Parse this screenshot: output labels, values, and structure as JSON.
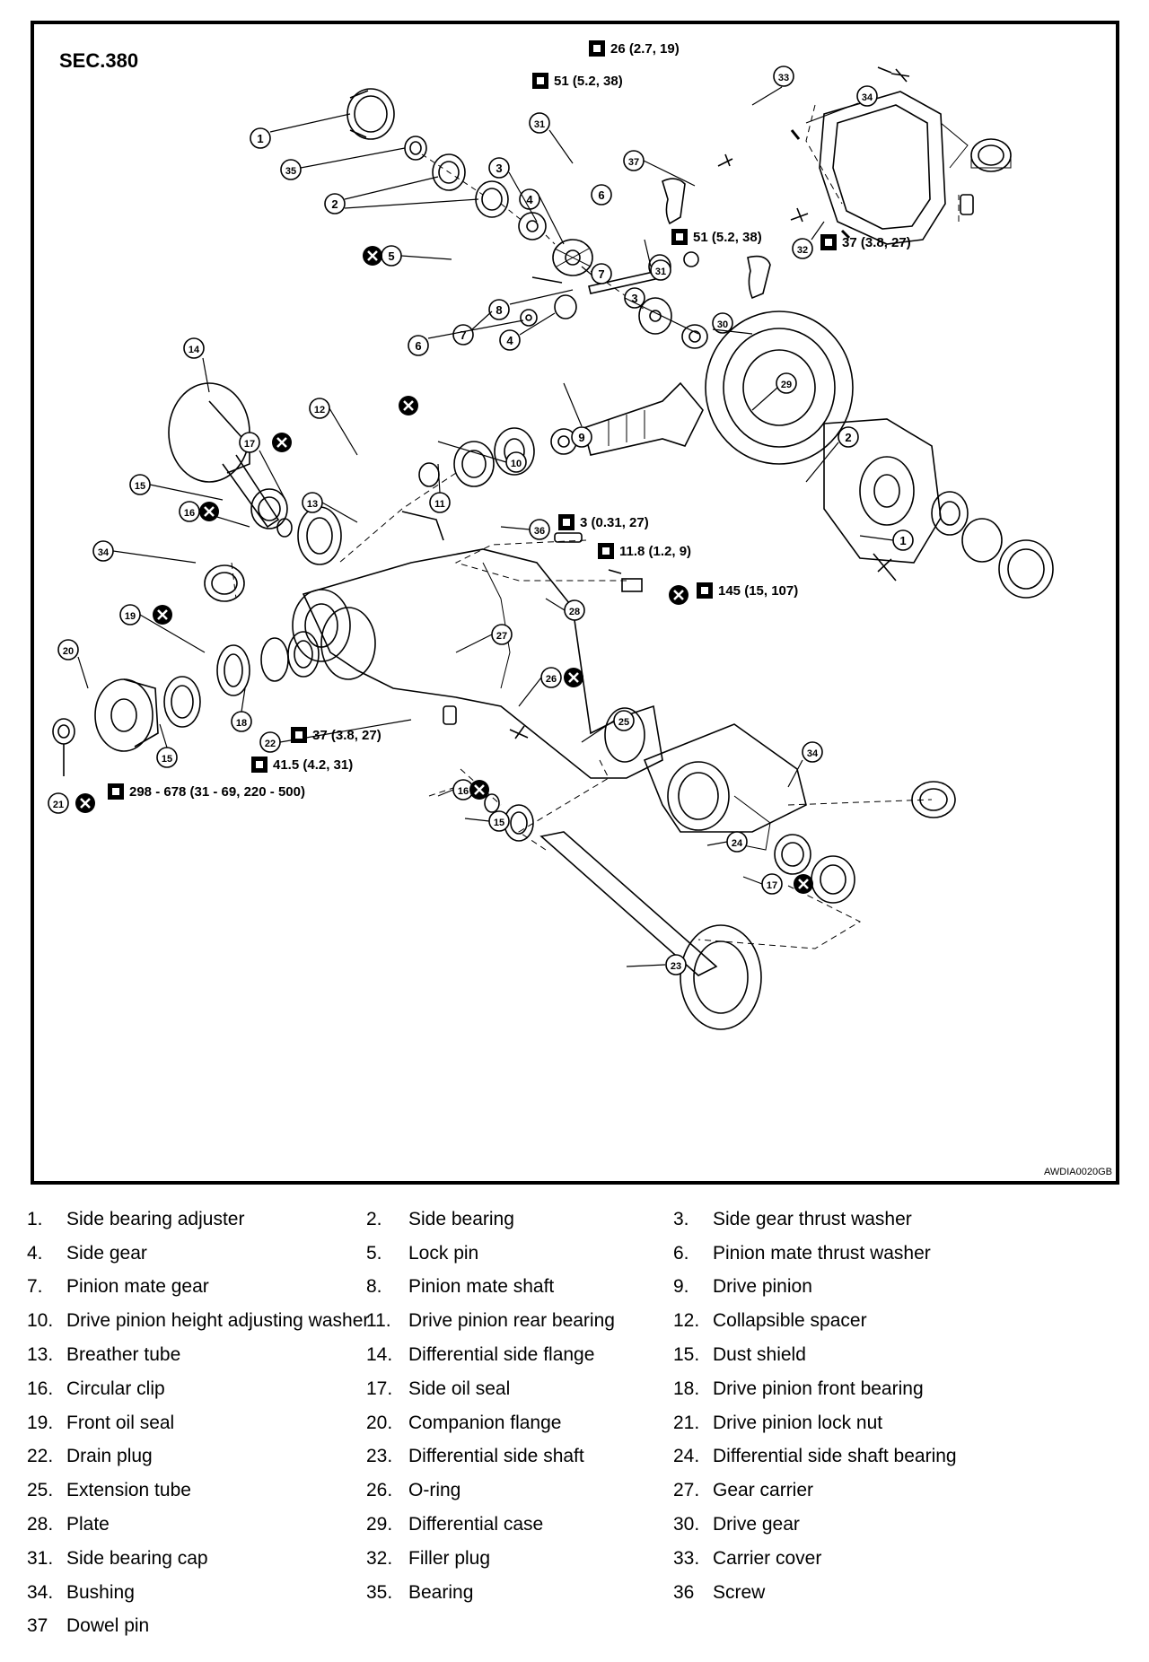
{
  "diagram": {
    "section_label": "SEC.380",
    "figure_id": "AWDIA0020GB",
    "callouts": [
      {
        "ref": "26_2_7_19",
        "text": "26 (2.7, 19)"
      },
      {
        "ref": "51_5_2_38_a",
        "text": "51 (5.2, 38)"
      },
      {
        "ref": "51_5_2_38_b",
        "text": "51 (5.2, 38)"
      },
      {
        "ref": "37_3_8_27_a",
        "text": "37 (3.8, 27)"
      },
      {
        "ref": "3_0_31_27",
        "text": "3 (0.31, 27)"
      },
      {
        "ref": "11_8_1_2_9",
        "text": "11.8 (1.2, 9)"
      },
      {
        "ref": "145_15_107",
        "text": "145 (15, 107)"
      },
      {
        "ref": "37_3_8_27_b",
        "text": "37 (3.8, 27)"
      },
      {
        "ref": "41_5_4_2_31",
        "text": "41.5 (4.2, 31)"
      },
      {
        "ref": "298_678",
        "text": "298 - 678 (31 - 69, 220 - 500)"
      }
    ]
  },
  "legend": [
    [
      {
        "n": "1.",
        "t": "Side bearing adjuster"
      },
      {
        "n": "2.",
        "t": "Side bearing"
      },
      {
        "n": "3.",
        "t": "Side gear thrust washer"
      }
    ],
    [
      {
        "n": "4.",
        "t": "Side gear"
      },
      {
        "n": "5.",
        "t": "Lock pin"
      },
      {
        "n": "6.",
        "t": "Pinion mate thrust washer"
      }
    ],
    [
      {
        "n": "7.",
        "t": "Pinion mate gear"
      },
      {
        "n": "8.",
        "t": "Pinion mate shaft"
      },
      {
        "n": "9.",
        "t": "Drive pinion"
      }
    ],
    [
      {
        "n": "10.",
        "t": "Drive pinion height adjusting washer"
      },
      {
        "n": "11.",
        "t": "Drive pinion rear bearing"
      },
      {
        "n": "12.",
        "t": "Collapsible spacer"
      }
    ],
    [
      {
        "n": "13.",
        "t": "Breather tube"
      },
      {
        "n": "14.",
        "t": "Differential side flange"
      },
      {
        "n": "15.",
        "t": "Dust shield"
      }
    ],
    [
      {
        "n": "16.",
        "t": "Circular clip"
      },
      {
        "n": "17.",
        "t": "Side oil seal"
      },
      {
        "n": "18.",
        "t": "Drive pinion front bearing"
      }
    ],
    [
      {
        "n": "19.",
        "t": "Front oil seal"
      },
      {
        "n": "20.",
        "t": "Companion flange"
      },
      {
        "n": "21.",
        "t": "Drive pinion lock nut"
      }
    ],
    [
      {
        "n": "22.",
        "t": "Drain plug"
      },
      {
        "n": "23.",
        "t": "Differential side shaft"
      },
      {
        "n": "24.",
        "t": "Differential side shaft bearing"
      }
    ],
    [
      {
        "n": "25.",
        "t": "Extension tube"
      },
      {
        "n": "26.",
        "t": "O-ring"
      },
      {
        "n": "27.",
        "t": "Gear carrier"
      }
    ],
    [
      {
        "n": "28.",
        "t": "Plate"
      },
      {
        "n": "29.",
        "t": "Differential case"
      },
      {
        "n": "30.",
        "t": "Drive gear"
      }
    ],
    [
      {
        "n": "31.",
        "t": "Side bearing cap"
      },
      {
        "n": "32.",
        "t": "Filler plug"
      },
      {
        "n": "33.",
        "t": "Carrier cover"
      }
    ],
    [
      {
        "n": "34.",
        "t": "Bushing"
      },
      {
        "n": "35.",
        "t": "Bearing"
      },
      {
        "n": "36",
        "t": "Screw"
      }
    ],
    [
      {
        "n": "37",
        "t": "Dowel pin"
      },
      {
        "n": "",
        "t": ""
      },
      {
        "n": "",
        "t": ""
      }
    ]
  ]
}
